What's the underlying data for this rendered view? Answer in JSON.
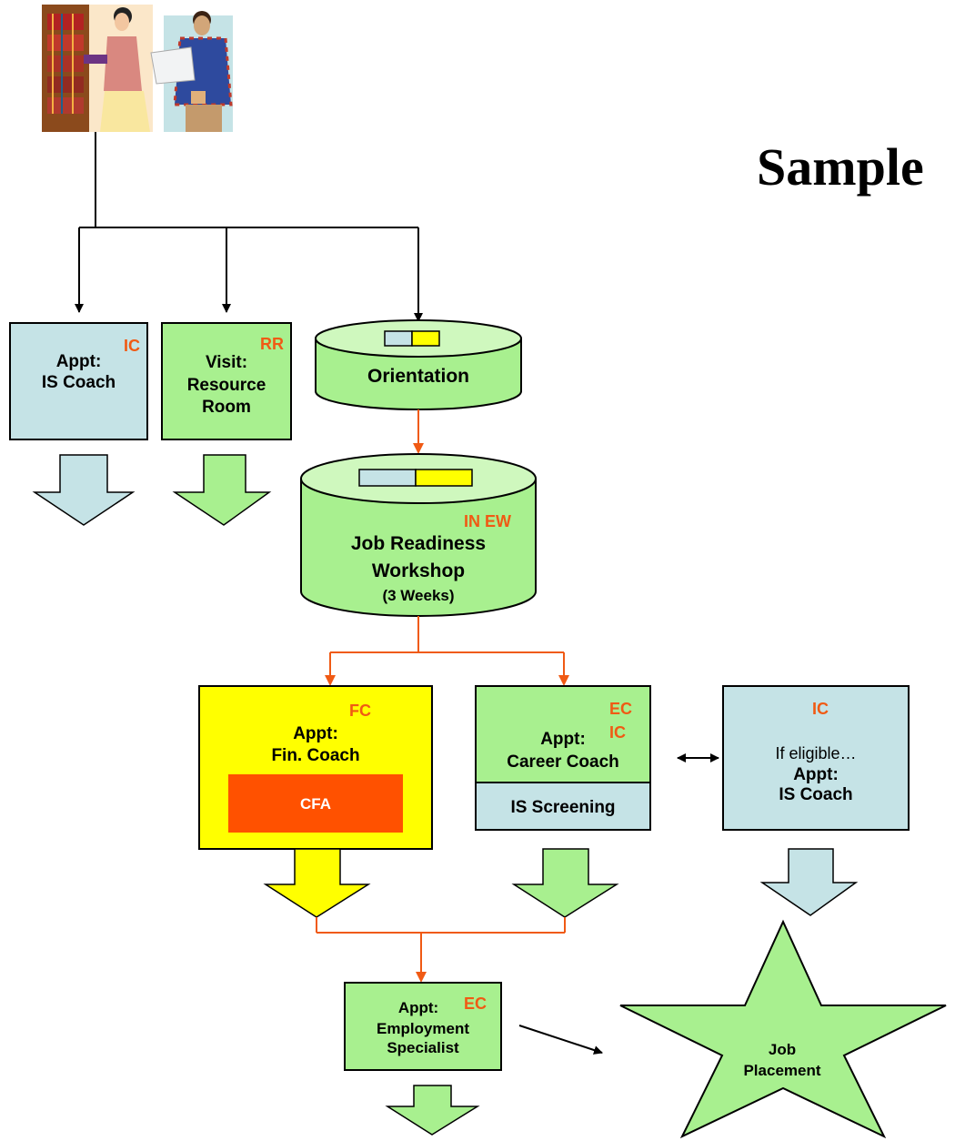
{
  "title": "Sample",
  "colors": {
    "light_blue": "#C5E3E6",
    "light_green": "#A8F08F",
    "pale_green": "#CFF8BE",
    "yellow": "#FFFF00",
    "orange_red": "#FF5100",
    "tag_orange": "#F05A14",
    "connector_orange": "#F05A14",
    "black": "#000000"
  },
  "nodes": {
    "appt_is_coach_top": {
      "tag": "IC",
      "line1": "Appt:",
      "line2": "IS Coach"
    },
    "visit_resource_room": {
      "tag": "RR",
      "line1": "Visit:",
      "line2": "Resource",
      "line3": "Room"
    },
    "orientation": {
      "label": "Orientation"
    },
    "job_readiness": {
      "tag": "IN EW",
      "line1": "Job Readiness",
      "line2": "Workshop",
      "line3": "(3 Weeks)"
    },
    "fin_coach": {
      "tag": "FC",
      "line1": "Appt:",
      "line2": "Fin. Coach",
      "inner": "CFA"
    },
    "career_coach": {
      "tag1": "EC",
      "tag2": "IC",
      "line1": "Appt:",
      "line2": "Career Coach",
      "bottom": "IS Screening"
    },
    "is_coach_right": {
      "tag": "IC",
      "line1": "If eligible…",
      "line2": "Appt:",
      "line3": "IS Coach"
    },
    "employment_specialist": {
      "tag": "EC",
      "line1": "Appt:",
      "line2": "Employment",
      "line3": "Specialist"
    },
    "job_placement": {
      "line1": "Job",
      "line2": "Placement"
    }
  }
}
